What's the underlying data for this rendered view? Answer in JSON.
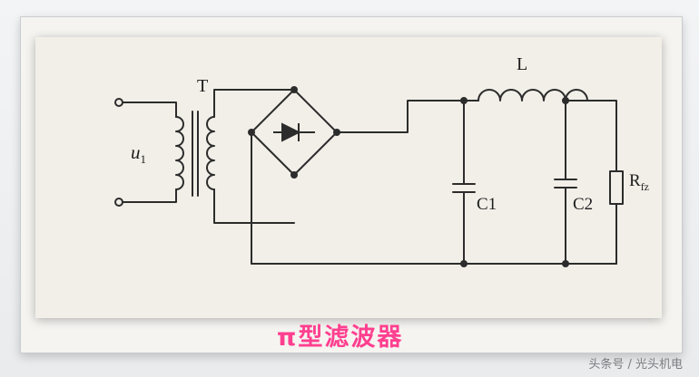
{
  "caption": "π型滤波器",
  "watermark": "头条号 / 光头机电",
  "labels": {
    "input": "u",
    "input_sub": "1",
    "transformer": "T",
    "inductor": "L",
    "cap1": "C1",
    "cap2": "C2",
    "load": "R",
    "load_sub": "fz"
  },
  "colors": {
    "caption": "#ff3f8f",
    "wire": "#2c2c2c",
    "paper": "#f2efe8"
  }
}
